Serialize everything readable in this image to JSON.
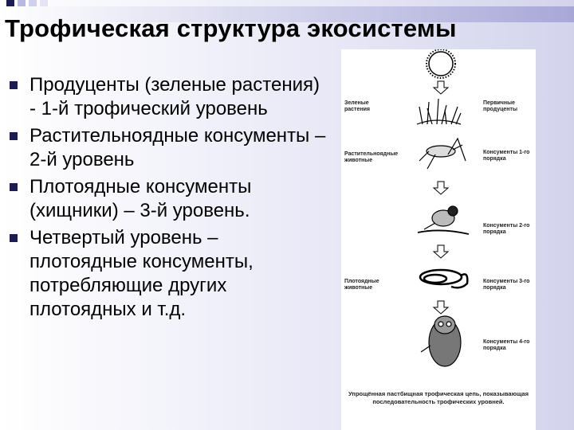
{
  "title": "Трофическая структура экосистемы",
  "bullets": [
    "Продуценты (зеленые растения) - 1-й трофический уровень",
    "Растительноядные консументы – 2-й уровень",
    "Плотоядные консументы (хищники) – 3-й уровень.",
    "Четвертый уровень – плотоядные консументы, потребляющие других плотоядных  и т.д."
  ],
  "diagram": {
    "left_labels": {
      "green_plants": "Зеленые растения",
      "herbivores": "Растительноядные животные",
      "carnivores": "Плотоядные животные"
    },
    "right_labels": {
      "primary_producers": "Первичные продуценты",
      "consumers_1": "Консументы 1-го порядка",
      "consumers_2": "Консументы 2-го порядка",
      "consumers_3": "Консументы 3-го порядка",
      "consumers_4": "Консументы 4-го порядка"
    },
    "caption": "Упрощённая пастбищная трофическая цепь, показывающая последовательность трофических уровней."
  },
  "colors": {
    "bullet": "#1c1c55",
    "title_bar_end": "#a8a8d8"
  }
}
